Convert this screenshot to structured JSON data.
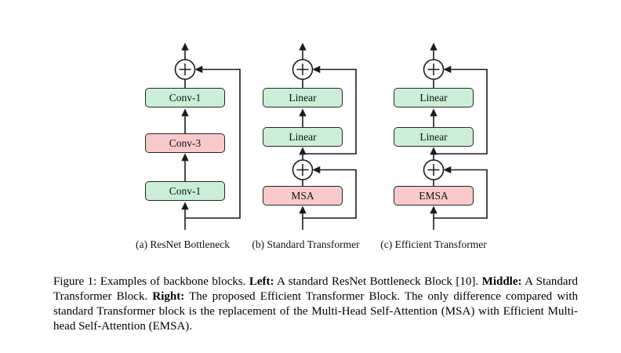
{
  "figure": {
    "colors": {
      "box_green": "#cbefd6",
      "box_pink": "#f9caca",
      "line": "#1c1c1c",
      "box_border": "#262626"
    },
    "icons": {
      "residual_add": "plus-circle-icon",
      "flow": "arrow-up-icon"
    },
    "diagrams": [
      {
        "caption": "(a) ResNet Bottleneck",
        "boxes_order": "top_to_bottom",
        "boxes": [
          {
            "label": "Conv-1",
            "style": "green"
          },
          {
            "label": "Conv-3",
            "style": "pink"
          },
          {
            "label": "Conv-1",
            "style": "green"
          }
        ],
        "topology": "input -> Conv-1 -> Conv-3 -> Conv-1 -> add(skip from input) -> output"
      },
      {
        "caption": "(b) Standard Transformer",
        "boxes_order": "top_to_bottom",
        "boxes": [
          {
            "label": "Linear",
            "style": "green"
          },
          {
            "label": "Linear",
            "style": "green"
          },
          {
            "label": "MSA",
            "style": "pink"
          }
        ],
        "topology": "input -> MSA -> add(skip from input) -> Linear -> Linear -> add(skip from first add) -> output"
      },
      {
        "caption": "(c) Efficient Transformer",
        "boxes_order": "top_to_bottom",
        "boxes": [
          {
            "label": "Linear",
            "style": "green"
          },
          {
            "label": "Linear",
            "style": "green"
          },
          {
            "label": "EMSA",
            "style": "pink"
          }
        ],
        "topology": "input -> EMSA -> add(skip from input) -> Linear -> Linear -> add(skip from first add) -> output"
      }
    ]
  },
  "caption": {
    "segments": [
      {
        "text": "Figure 1: Examples of backbone blocks. ",
        "bold": false
      },
      {
        "text": "Left:",
        "bold": true
      },
      {
        "text": " A standard ResNet Bottleneck Block [10]. ",
        "bold": false
      },
      {
        "text": "Middle:",
        "bold": true
      },
      {
        "text": " A Standard Transformer Block. ",
        "bold": false
      },
      {
        "text": "Right:",
        "bold": true
      },
      {
        "text": " The proposed Efficient Transformer Block. The only difference compared with standard Transformer block is the replacement of the Multi-Head Self-Attention (MSA) with Efficient Multi-head Self-Attention (EMSA).",
        "bold": false
      }
    ]
  }
}
